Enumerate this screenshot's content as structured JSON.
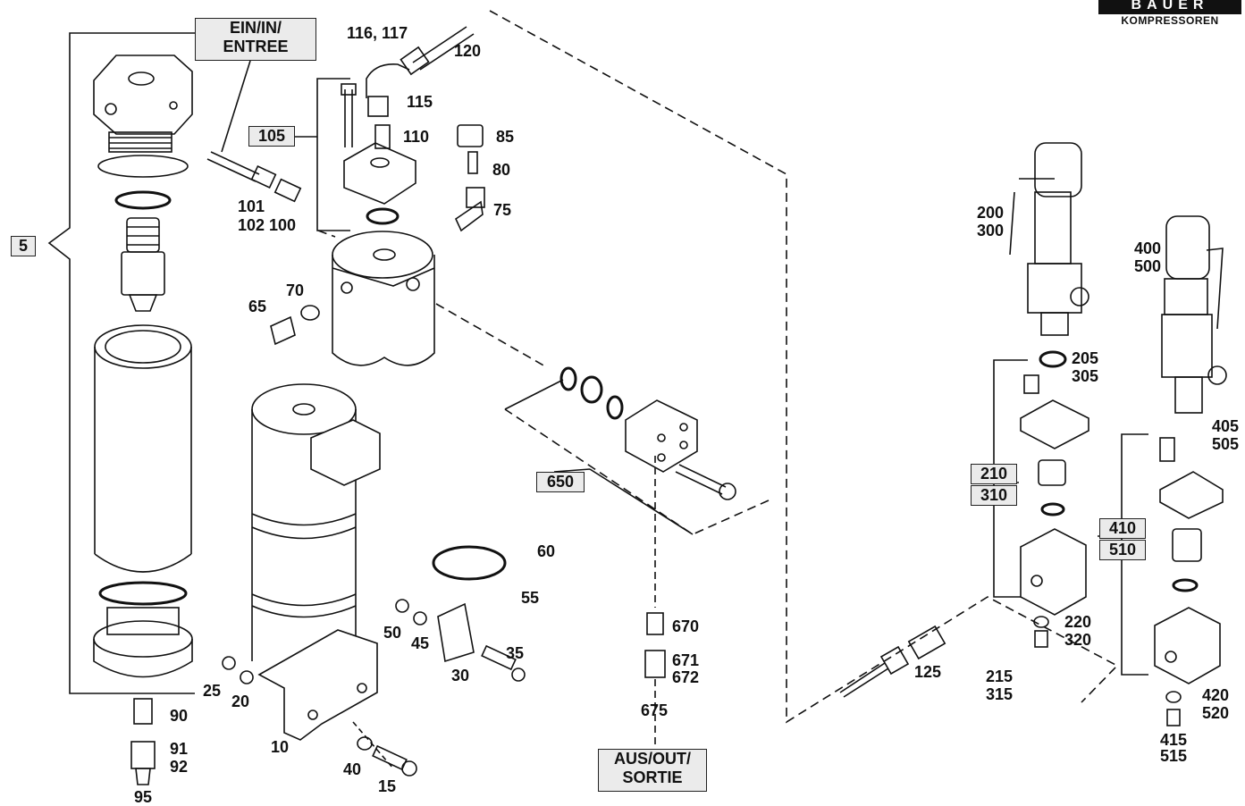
{
  "logo": {
    "brand": "BAUER",
    "subtitle": "KOMPRESSOREN"
  },
  "boxes": {
    "inlet": [
      "EIN/IN/",
      "ENTREE"
    ],
    "outlet": [
      "AUS/OUT/",
      "SORTIE"
    ],
    "b5": "5",
    "b105": "105",
    "b650": "650",
    "b210": "210",
    "b310": "310",
    "b410": "410",
    "b510": "510"
  },
  "labels": {
    "l116": "116, 117",
    "l120": "120",
    "l115": "115",
    "l110": "110",
    "l85": "85",
    "l80": "80",
    "l75": "75",
    "l101": "101",
    "l102": "102 100",
    "l70": "70",
    "l65": "65",
    "l60": "60",
    "l55": "55",
    "l50": "50",
    "l45": "45",
    "l35": "35",
    "l30": "30",
    "l25": "25",
    "l20": "20",
    "l10": "10",
    "l40": "40",
    "l15": "15",
    "l90": "90",
    "l91": "91",
    "l92": "92",
    "l95": "95",
    "l670": "670",
    "l671": "671",
    "l672": "672",
    "l675": "675",
    "l125": "125",
    "l200": "200",
    "l300": "300",
    "l205": "205",
    "l305": "305",
    "l220": "220",
    "l320": "320",
    "l215": "215",
    "l315": "315",
    "l400": "400",
    "l500": "500",
    "l405": "405",
    "l505": "505",
    "l420": "420",
    "l520": "520",
    "l415": "415",
    "l515": "515"
  }
}
